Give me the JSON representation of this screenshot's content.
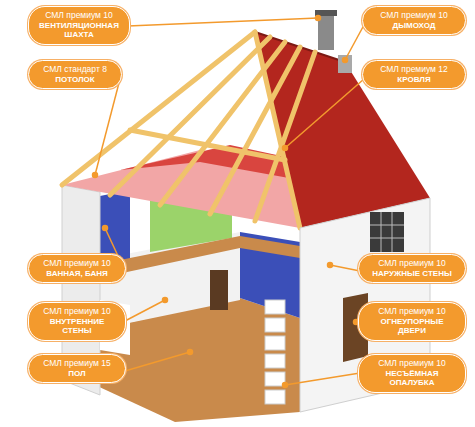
{
  "diagram": {
    "nodes": [
      {
        "text": [
          "СМЛ премиум 10",
          "ВЕНТИЛЯЦИОННАЯ ШАХТА"
        ]
      },
      {
        "text": [
          "СМЛ премиум 10",
          "ДЫМОХОД"
        ]
      },
      {
        "text": [
          "СМЛ стандарт 8",
          "ПОТОЛОК"
        ]
      },
      {
        "text": [
          "СМЛ премиум 12",
          "КРОВЛЯ"
        ]
      },
      {
        "text": [
          "СМЛ премиум 10",
          "ВАННАЯ, БАНЯ"
        ]
      },
      {
        "text": [
          "СМЛ премиум 10",
          "НАРУЖНЫЕ СТЕНЫ"
        ]
      },
      {
        "text": [
          "СМЛ премиум 10",
          "ВНУТРЕННИЕ СТЕНЫ"
        ]
      },
      {
        "text": [
          "СМЛ премиум 10",
          "ОГНЕУПОРНЫЕ ДВЕРИ"
        ]
      },
      {
        "text": [
          "СМЛ премиум 15",
          "ПОЛ"
        ]
      },
      {
        "text": [
          "СМЛ премиум 10",
          "НЕСЪЁМНАЯ ОПАЛУБКА"
        ]
      }
    ]
  }
}
